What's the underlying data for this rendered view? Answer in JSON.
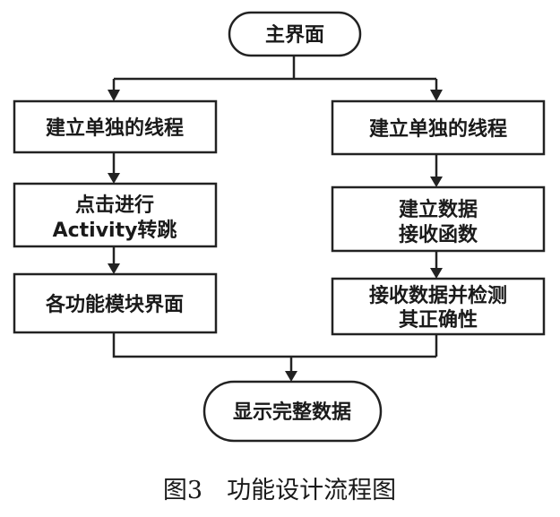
{
  "diagram": {
    "start": "主界面",
    "left": [
      "建立单独的线程",
      "点击进行",
      "Activity转跳",
      "各功能模块界面"
    ],
    "right": [
      "建立单独的线程",
      "建立数据",
      "接收函数",
      "接收数据并检测",
      "其正确性"
    ],
    "end": "显示完整数据"
  },
  "caption": "图3　功能设计流程图"
}
